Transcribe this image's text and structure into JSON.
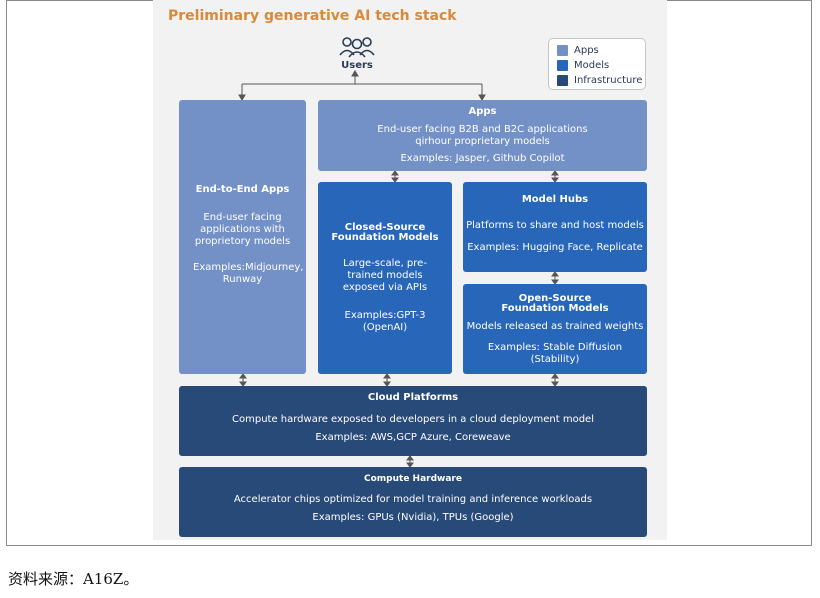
{
  "title": "Preliminary generative AI tech stack",
  "users": {
    "label": "Users",
    "icon": "users-icon"
  },
  "legend": [
    {
      "label": "Apps",
      "color": "#7391c6"
    },
    {
      "label": "Models",
      "color": "#2766b8"
    },
    {
      "label": "Infrastructure",
      "color": "#284a78"
    }
  ],
  "e2e": {
    "title": "End-to-End Apps",
    "desc": "End-user facing applications with proprietory models",
    "examples": "Examples:Midjourney, Runway"
  },
  "apps": {
    "title": "Apps",
    "desc1": "End-user facing B2B and B2C applications",
    "desc2": "qirhour proprietary models",
    "examples": "Examples: Jasper, Github Copilot"
  },
  "closed": {
    "title1": "Closed-Source",
    "title2": "Foundation Models",
    "desc": "Large-scale, pre-trained models exposed via APIs",
    "examples": "Examples:GPT-3 (OpenAI)"
  },
  "hubs": {
    "title": "Model Hubs",
    "desc": "Platforms to share and host models",
    "examples": "Examples: Hugging Face, Replicate"
  },
  "open": {
    "title1": "Open-Source",
    "title2": "Foundation Models",
    "desc": "Models released as trained weights",
    "examples": "Examples: Stable Diffusion (Stability)"
  },
  "cloud": {
    "title": "Cloud Platforms",
    "desc": "Compute hardware exposed to developers in a cloud deployment model",
    "examples": "Examples: AWS,GCP Azure, Coreweave"
  },
  "hardware": {
    "title": "Compute Hardware",
    "desc": "Accelerator chips optimized for model training and inference workloads",
    "examples": "Examples: GPUs (Nvidia), TPUs (Google)"
  },
  "footer": "资料来源：A16Z。"
}
